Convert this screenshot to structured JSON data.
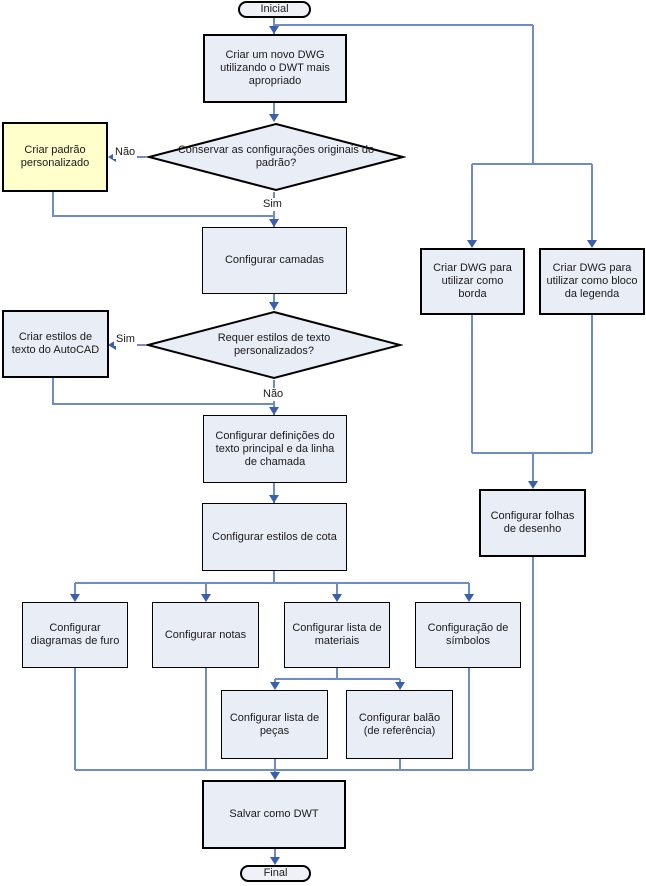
{
  "diagram": {
    "nodes": {
      "inicial": {
        "type": "terminal",
        "label": "Inicial"
      },
      "novo_dwg": {
        "type": "process",
        "label": "Criar um novo DWG utilizando o DWT mais apropriado"
      },
      "criar_padrao": {
        "type": "process",
        "label": "Criar padrão personalizado"
      },
      "decisao1": {
        "type": "decision",
        "label": "Conservar as configurações originais do padrão?"
      },
      "camadas": {
        "type": "process",
        "label": "Configurar camadas"
      },
      "criar_estilos": {
        "type": "process",
        "label": "Criar estilos de texto do AutoCAD"
      },
      "decisao2": {
        "type": "decision",
        "label": "Requer estilos de texto personalizados?"
      },
      "definicoes": {
        "type": "process",
        "label": "Configurar definições do texto principal e da linha de chamada"
      },
      "cota": {
        "type": "process",
        "label": "Configurar estilos de cota"
      },
      "furo": {
        "type": "process",
        "label": "Configurar diagramas de furo"
      },
      "notas": {
        "type": "process",
        "label": "Configurar notas"
      },
      "materiais": {
        "type": "process",
        "label": "Configurar lista de materiais"
      },
      "simbolos": {
        "type": "process",
        "label": "Configuração de símbolos"
      },
      "pecas": {
        "type": "process",
        "label": "Configurar lista de peças"
      },
      "balao": {
        "type": "process",
        "label": "Configurar balão (de referência)"
      },
      "borda": {
        "type": "process",
        "label": "Criar DWG para utilizar como borda"
      },
      "legenda": {
        "type": "process",
        "label": "Criar DWG para utilizar como bloco da legenda"
      },
      "folhas": {
        "type": "process",
        "label": "Configurar folhas de desenho"
      },
      "salvar": {
        "type": "process",
        "label": "Salvar como DWT"
      },
      "final": {
        "type": "terminal",
        "label": "Final"
      }
    },
    "edge_labels": {
      "decision1_no": "Não",
      "decision1_yes": "Sim",
      "decision2_yes": "Sim",
      "decision2_no": "Não"
    },
    "palette": {
      "process_fill": "#E9EDF6",
      "highlight_fill": "#FFFFCC",
      "terminal_fill": "#EFF1F6",
      "connector": "#6E8CC8",
      "arrowhead": "#3A5FB0",
      "border": "#000000"
    }
  }
}
